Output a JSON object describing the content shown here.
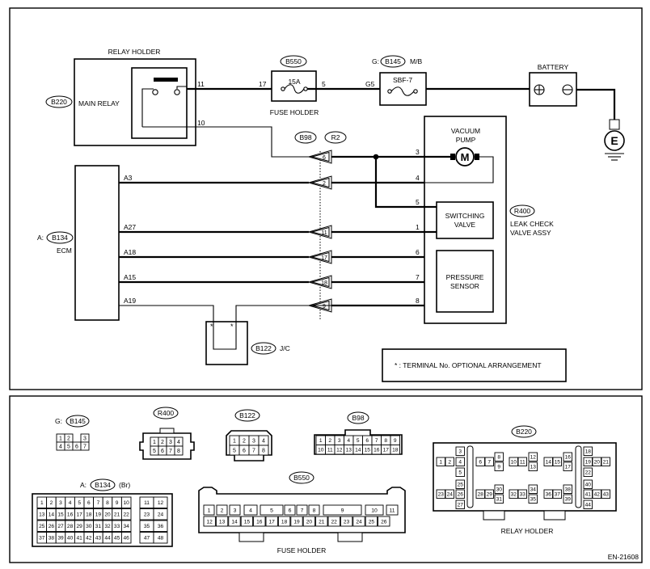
{
  "relay_holder_title": "RELAY HOLDER",
  "main_relay_label": "MAIN RELAY",
  "b220": "B220",
  "b550": "B550",
  "fuse_15a": "15A",
  "fuse_holder": "FUSE HOLDER",
  "g_prefix": "G:",
  "b145": "B145",
  "mb": "M/B",
  "sbf7": "SBF-7",
  "g5": "G5",
  "battery": "BATTERY",
  "e": "E",
  "b98": "B98",
  "r2": "R2",
  "vacuum_pump": [
    "VACUUM",
    "PUMP"
  ],
  "motor": "M",
  "r400": "R400",
  "leak_check": [
    "LEAK CHECK",
    "VALVE ASSY"
  ],
  "switching_valve": [
    "SWITCHING",
    "VALVE"
  ],
  "pressure_sensor": [
    "PRESSURE",
    "SENSOR"
  ],
  "a_prefix": "A:",
  "b134": "B134",
  "ecm": "ECM",
  "b122": "B122",
  "jc": "J/C",
  "star": "*",
  "legend_note": "* : TERMINAL No. OPTIONAL ARRANGEMENT",
  "pins": {
    "p11": "11",
    "p17": "17",
    "p5": "5",
    "p10": "10"
  },
  "ecm_pins": [
    "A3",
    "A27",
    "A18",
    "A15",
    "A19"
  ],
  "inline_pins": [
    "6",
    "2",
    "11",
    "17",
    "18",
    "9"
  ],
  "valve_pins": [
    "3",
    "4",
    "5",
    "1",
    "6",
    "7",
    "8"
  ],
  "br": "(Br)",
  "relay_holder_bottom": "RELAY HOLDER",
  "fuse_holder_bottom": "FUSE HOLDER",
  "footer_code": "EN-21608",
  "conn_b145": [
    [
      "1",
      "2",
      "",
      "3"
    ],
    [
      "4",
      "5",
      "6",
      "7"
    ]
  ],
  "conn_r400": [
    [
      "1",
      "2",
      "3",
      "4"
    ],
    [
      "5",
      "6",
      "7",
      "8"
    ]
  ],
  "conn_b122": [
    [
      "1",
      "2",
      "3",
      "4"
    ],
    [
      "5",
      "6",
      "7",
      "8"
    ]
  ],
  "conn_b98": [
    [
      "1",
      "2",
      "3",
      "4",
      "5",
      "6",
      "7",
      "8",
      "9"
    ],
    [
      "10",
      "11",
      "12",
      "13",
      "14",
      "15",
      "16",
      "17",
      "18"
    ]
  ],
  "conn_b134": [
    [
      "1",
      "2",
      "3",
      "4",
      "5",
      "6",
      "7",
      "8",
      "9",
      "10",
      "11",
      "12"
    ],
    [
      "13",
      "14",
      "15",
      "16",
      "17",
      "18",
      "19",
      "20",
      "21",
      "22",
      "23",
      "24"
    ],
    [
      "25",
      "26",
      "27",
      "28",
      "29",
      "30",
      "31",
      "32",
      "33",
      "34",
      "35",
      "36"
    ],
    [
      "37",
      "38",
      "39",
      "40",
      "41",
      "42",
      "43",
      "44",
      "45",
      "46",
      "47",
      "48"
    ]
  ],
  "conn_b550_top": [
    "1",
    "2",
    "3",
    "4",
    "5",
    "6",
    "7",
    "8",
    "9",
    "10",
    "11"
  ],
  "conn_b550_bot": [
    "12",
    "13",
    "14",
    "15",
    "16",
    "17",
    "18",
    "19",
    "20",
    "21",
    "22",
    "23",
    "24",
    "25",
    "26"
  ],
  "conn_b220": {
    "g1": [
      "1",
      "2",
      "3",
      "4",
      "5"
    ],
    "g1b": [
      "23",
      "24",
      "25",
      "26",
      "27"
    ],
    "g2": [
      "6",
      "7",
      "8",
      "9"
    ],
    "g2b": [
      "28",
      "29",
      "30",
      "31"
    ],
    "g3": [
      "10",
      "11",
      "12",
      "13"
    ],
    "g3b": [
      "32",
      "33",
      "34",
      "35"
    ],
    "g4": [
      "14",
      "15",
      "16",
      "17"
    ],
    "g4b": [
      "36",
      "37",
      "38",
      "39"
    ],
    "g5": [
      "18",
      "19",
      "20",
      "21",
      "22"
    ],
    "g5b": [
      "40",
      "41",
      "42",
      "43",
      "44"
    ]
  }
}
